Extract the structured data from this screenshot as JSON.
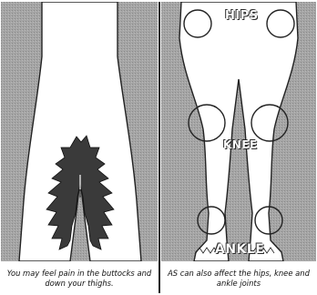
{
  "left_panel": {
    "caption": "You may feel pain in the buttocks and down your thighs."
  },
  "right_panel": {
    "caption": "AS can also affect the hips, knee and ankle joints",
    "labels": {
      "hips": "HIPS",
      "knee": "KNEE",
      "ankle": "ANKLE"
    }
  },
  "colors": {
    "background": "#9d9d9d",
    "body": "#ffffff",
    "pain_area": "#3a3a3a"
  }
}
